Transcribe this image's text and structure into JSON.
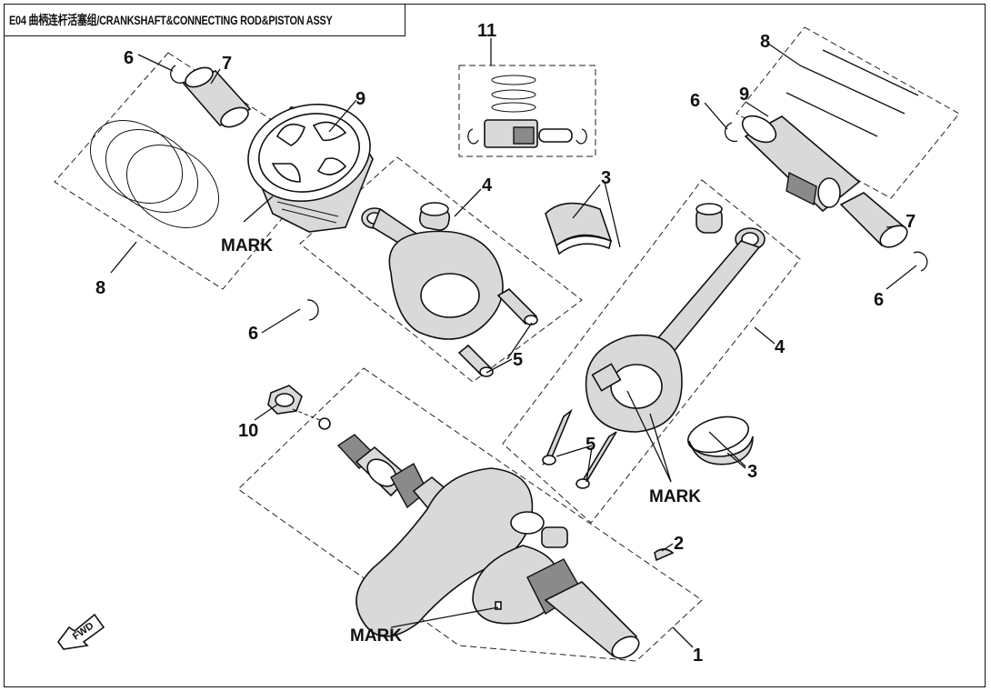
{
  "title": "E04 曲柄连杆活塞组/CRANKSHAFT&CONNECTING ROD&PISTON ASSY",
  "callouts": {
    "c1": "1",
    "c2": "2",
    "c3a": "3",
    "c3b": "3",
    "c4a": "4",
    "c4b": "4",
    "c5a": "5",
    "c5b": "5",
    "c6a": "6",
    "c6b": "6",
    "c6c": "6",
    "c6d": "6",
    "c7a": "7",
    "c7b": "7",
    "c8a": "8",
    "c8b": "8",
    "c9a": "9",
    "c9b": "9",
    "c10": "10",
    "c11": "11"
  },
  "marks": {
    "m1": "MARK",
    "m2": "MARK",
    "m3": "MARK"
  },
  "fwd_label": "FWD"
}
